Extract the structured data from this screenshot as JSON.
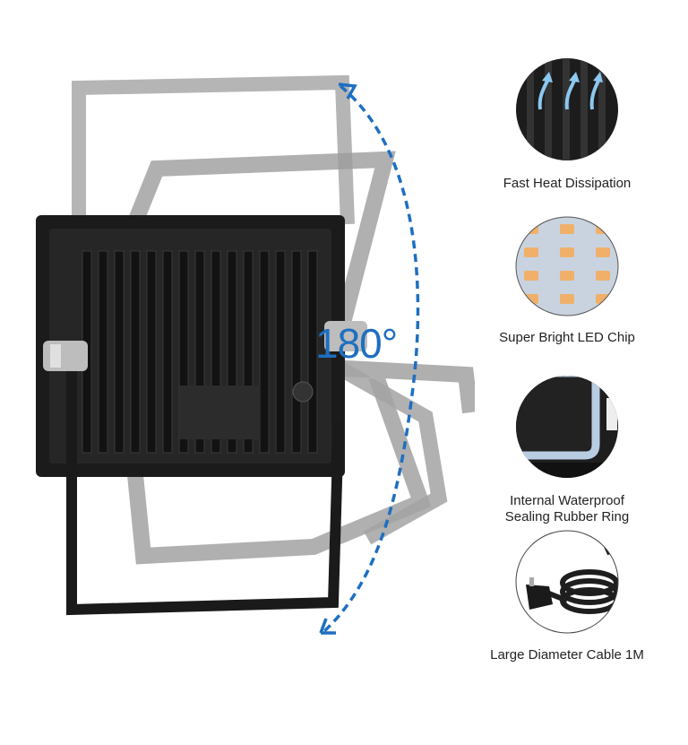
{
  "main": {
    "rotation_label": "180°",
    "accent_color": "#1e6fc0"
  },
  "features": [
    {
      "icon": "heat-dissipation-icon",
      "label": "Fast Heat Dissipation"
    },
    {
      "icon": "led-chip-icon",
      "label": "Super Bright LED Chip"
    },
    {
      "icon": "rubber-ring-icon",
      "label_line1": "Internal Waterproof",
      "label_line2": "Sealing Rubber Ring"
    },
    {
      "icon": "cable-icon",
      "label": "Large Diameter Cable 1M"
    }
  ]
}
